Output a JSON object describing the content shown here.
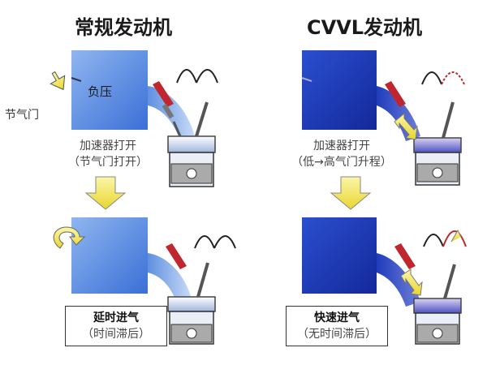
{
  "left": {
    "title": "常规发动机",
    "chamber_label": "负压",
    "throttle_label": "节气门",
    "caption_line1": "加速器打开",
    "caption_line2": "（节气门打开）",
    "box_line1": "延时进气",
    "box_line2": "（时间滞后）"
  },
  "right": {
    "title": "CVVL发动机",
    "caption_line1": "加速器打开",
    "caption_line2": "（低→高气门升程）",
    "box_line1": "快速进气",
    "box_line2": "（无时间滞后）"
  },
  "colors": {
    "chamber_light": "#6f9fe8",
    "chamber_dark": "#1e3db8",
    "arrow_yellow": "#f2e34a",
    "injector_red": "#c0262e",
    "cylinder": "#8aa0c8"
  }
}
